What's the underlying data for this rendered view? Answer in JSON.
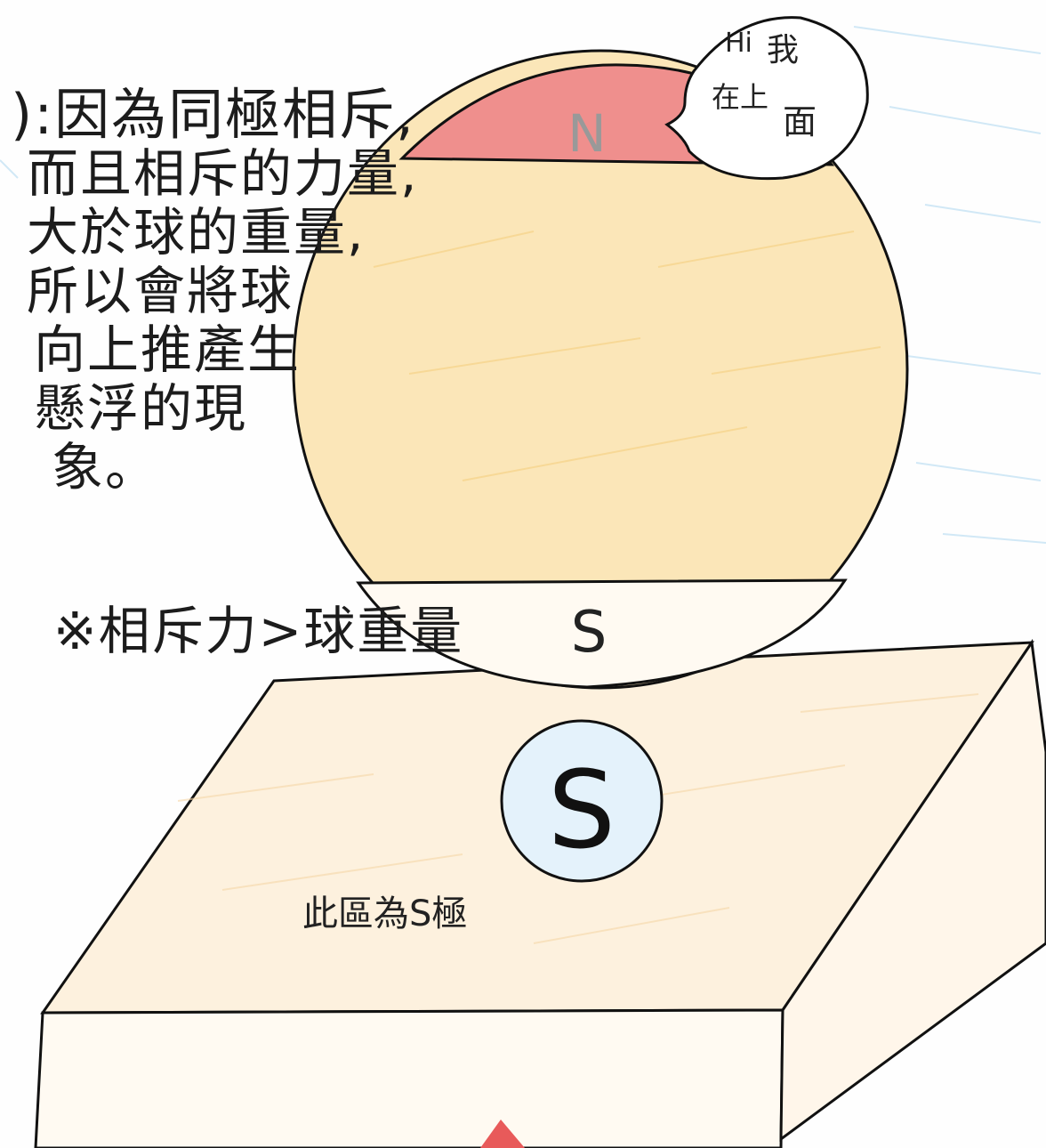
{
  "explanation_lines": [
    "):因為同極相斥,",
    "而且相斥的力量,",
    "大於球的重量,",
    "所以會將球",
    "向上推產生",
    "懸浮的現",
    "象。"
  ],
  "note": "※相斥力>球重量",
  "ball": {
    "top_pole_label": "N",
    "bottom_pole_label": "S",
    "top_color": "#ef8f8d",
    "body_color": "#fbe6b8"
  },
  "speech_bubble": {
    "hi": "Hi",
    "wo": "我",
    "zai_shang": "在上",
    "mian": "面"
  },
  "base": {
    "circle_label": "S",
    "region_label": "此區為S極",
    "top_color": "#fdf1de"
  }
}
